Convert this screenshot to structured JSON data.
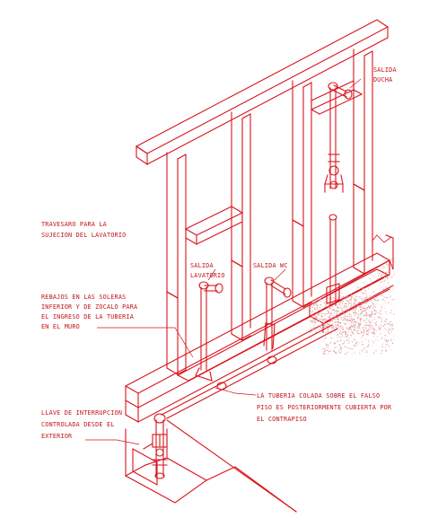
{
  "colors": {
    "line": "#d8141b",
    "text": "#c0141b",
    "hatch": "#e2a0a0",
    "background": "#ffffff"
  },
  "labels": {
    "salida_ducha": [
      "SALIDA",
      "DUCHA"
    ],
    "travesaro": [
      "TRAVESARO PARA LA",
      "SUJECION DEL LAVATORIO"
    ],
    "salida_lavatorio": [
      "SALIDA",
      "LAVATORIO"
    ],
    "salida_wc": [
      "SALIDA WC"
    ],
    "rebajos": [
      "REBAJOS EN LAS SOLERAS",
      "INFERIOR Y DE ZOCALO PARA",
      "EL INGRESO DE LA TUBERIA",
      "EN EL MURO"
    ],
    "tuberia": [
      "LA TUBERIA COLADA SOBRE EL FALSO",
      "PISO ES POSTERIORMENTE CUBIERTA POR",
      "EL CONTRAPISO"
    ],
    "llave": [
      "LLAVE DE INTERRUPCION",
      "CONTROLADA DESDE EL",
      "EXTERIOR"
    ]
  }
}
